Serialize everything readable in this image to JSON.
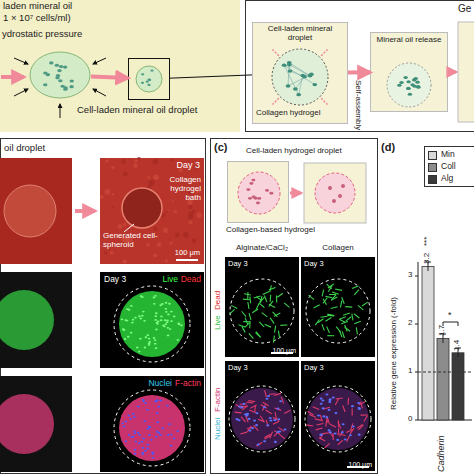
{
  "diagram": {
    "nodes": [
      {
        "text": [
          "laden mineral oil",
          "1 × 10⁷ cells/ml)"
        ]
      },
      {
        "text": [
          "ydrostatic pressure"
        ],
        "in": 0
      },
      {
        "text": [
          "Cell-laden mineral oil droplet"
        ],
        "in": 0
      },
      {
        "text": [
          "Cell-laden mineral droplet",
          "Collagen hydrogel"
        ]
      },
      {
        "text": [
          "Mineral oil release"
        ]
      },
      {
        "text": [
          "oil droplet"
        ]
      },
      {
        "text": [
          "Day 3",
          "Collagen hydrogel bath",
          "Generated cell-spheroid",
          "100 μm"
        ],
        "in": 5
      },
      {
        "text": [
          "Day 3",
          "Live",
          "Dead"
        ],
        "in": 5
      },
      {
        "text": [
          "Nuclei",
          "F-actin"
        ],
        "in": 5
      },
      {
        "text": [
          "(c)"
        ]
      },
      {
        "text": [
          "Cell-laden hydrogel droplet",
          "Collagen-based hydrogel"
        ],
        "in": 9
      },
      {
        "text": [
          "Alginate/CaCl₂",
          "Day 3",
          "100 μm"
        ],
        "in": 9
      },
      {
        "text": [
          "Collagen",
          "Day 3"
        ],
        "in": 9
      },
      {
        "text": [
          "Day 3"
        ],
        "in": 9
      },
      {
        "text": [
          "Day 3",
          "100 μm"
        ],
        "in": 9
      }
    ],
    "edges": [
      {
        "from": 1,
        "to": 2,
        "arrow": "to"
      },
      {
        "from": 2,
        "to": 3,
        "arrow": "none"
      },
      {
        "from": 3,
        "to": 4,
        "arrow": "to"
      }
    ],
    "labels": [
      "Self-assembly",
      "Ge",
      "Live",
      "Dead",
      "Nuclei",
      "F-actin",
      "(d)",
      "Relative gene expression (-fold)",
      "0",
      "1",
      "2",
      "3",
      "***",
      "3.2",
      "*",
      "1.7",
      "1.4",
      "Cadherin"
    ],
    "legend": [
      {
        "text": "Min",
        "color": "#d9d9d9"
      },
      {
        "text": "Coll",
        "color": "#8c8c8c"
      },
      {
        "text": "Alg",
        "color": "#3a3a3a"
      }
    ]
  }
}
